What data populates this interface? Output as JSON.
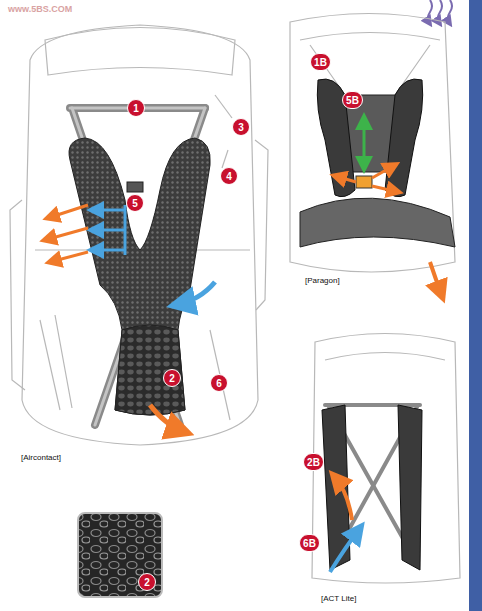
{
  "diagram": {
    "labels": [
      "www.5BS.COM",
      "1",
      "3",
      "4",
      "5",
      "2",
      "6",
      "[Aircontact]",
      "2",
      "1B",
      "5B",
      "[Paragon]",
      "2B",
      "6B",
      "[ACT Lite]"
    ]
  }
}
